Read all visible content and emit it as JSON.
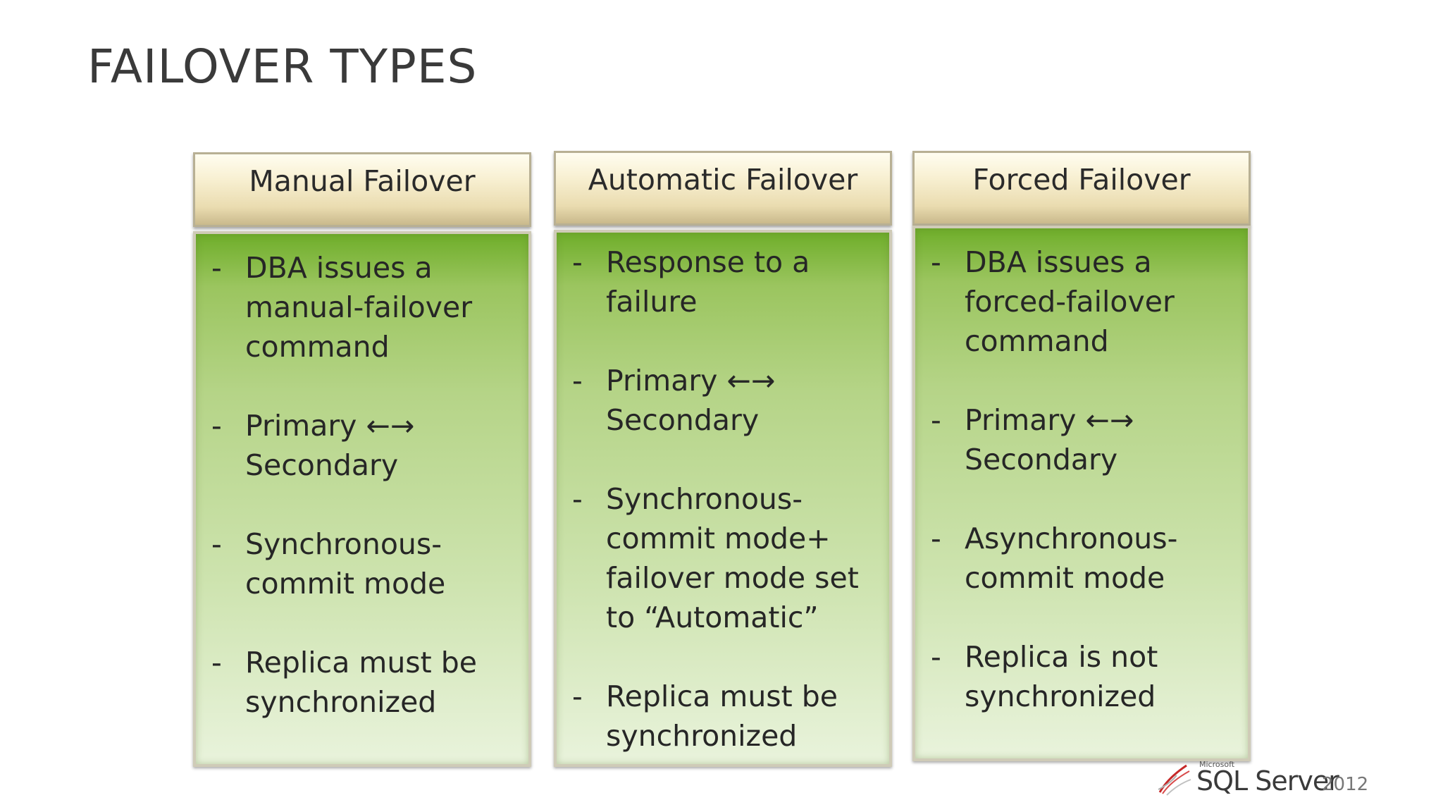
{
  "title": "FAILOVER TYPES",
  "columns": [
    {
      "header": "Manual Failover",
      "bullets": [
        "DBA issues a manual-failover command",
        "Primary ←→ Secondary",
        "Synchronous-commit mode",
        "Replica must be synchronized"
      ]
    },
    {
      "header": "Automatic Failover",
      "bullets": [
        "Response to a failure",
        "Primary ←→ Secondary",
        "Synchronous-commit mode+ failover mode set to “Automatic”",
        "Replica must be synchronized"
      ]
    },
    {
      "header": "Forced Failover",
      "bullets": [
        "DBA issues a forced-failover command",
        "Primary ←→ Secondary",
        "Asynchronous-commit mode",
        "Replica is not synchronized"
      ]
    }
  ],
  "bullet_marker": "-",
  "logo": {
    "vendor": "Microsoft",
    "product": "SQL Server",
    "version": "2012"
  },
  "colors": {
    "header_fill": "#f3e8c4",
    "body_green_top": "#6fae2a",
    "body_green_bottom": "#e9f3dc",
    "title_text": "#3a3a3a"
  }
}
